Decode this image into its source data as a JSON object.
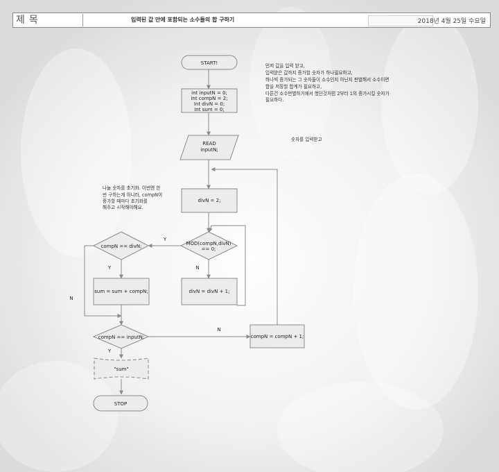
{
  "header": {
    "title_label": "제목",
    "doc_title": "입력된 값 안에 포함되는 소수들의 합 구하기",
    "date": "2018년 4월 25일 수요일"
  },
  "flowchart": {
    "start": "START!",
    "init": [
      "int inputN = 0;",
      "int compN = 2;",
      "Int divN = 0;",
      "Int sum = 0;"
    ],
    "read": [
      "READ",
      "inputN;"
    ],
    "div_init": "divN = 2;",
    "mod_check": [
      "MOD(compN,divN)",
      "== 0;"
    ],
    "comp_eq_div": "compN == divN;",
    "sum_add": "sum = sum + compN;",
    "div_inc": "divN = divN + 1;",
    "comp_eq_input": "compN == inputN;",
    "comp_inc": "compN = compN + 1;",
    "output": "\"sum\"",
    "stop": "STOP",
    "labels": {
      "mod_yes": "Y",
      "mod_no": "N",
      "div_yes": "Y",
      "div_no": "N",
      "input_yes": "Y",
      "input_no": "N"
    }
  },
  "notes": {
    "top_right": [
      "먼저 값을 입력 받고,",
      "입력받은 값까지 증가할 숫자가 하나필요하고,",
      "하나씩 증가되는 그 숫자들이 소수인지 아닌지 판별해서 소수이면",
      "합을 저장할 합계가 필요하고,",
      "다른건 소수판별하기에서 했던것처럼 2부터 1의 증가시킬 숫자가",
      "필요하다."
    ],
    "read_note": "숫자를 입력받고",
    "left": [
      "나눌 숫자를 초기화. 이번엔 한",
      "번 구하는게 아니라, compN이",
      "증가할 때마다 초기화를",
      "해주고 시작해야해요."
    ]
  }
}
